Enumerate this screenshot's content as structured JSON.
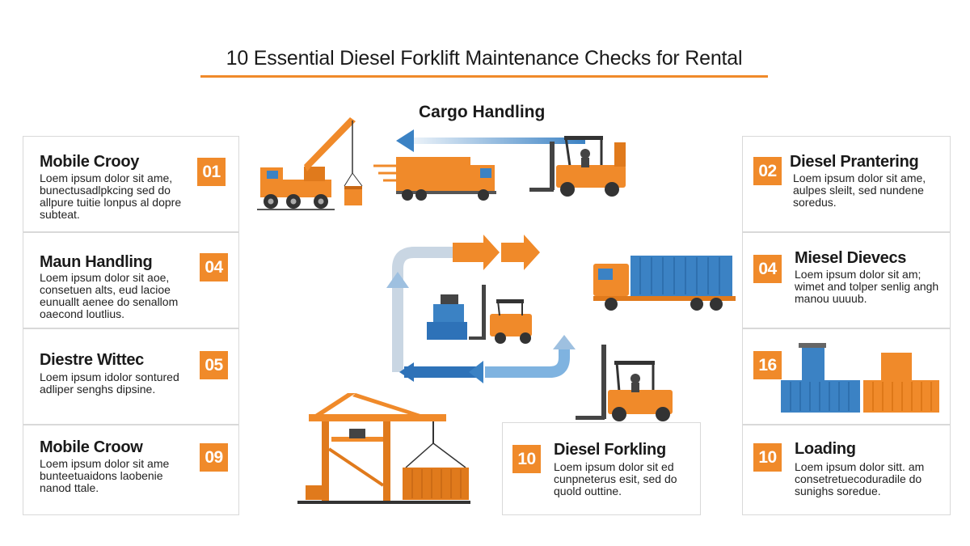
{
  "title": "10 Essential Diesel Forklift Maintenance Checks for Rental",
  "center_label": "Cargo Handling",
  "colors": {
    "accent": "#f08a2a",
    "blue": "#3b82c4",
    "dark": "#2d2d2d"
  },
  "cards": [
    {
      "badge": "01",
      "title": "Mobile Crooy",
      "text": "Loem ipsum dolor sit ame,\nbunectusadlpkcing sed do\nallpure tuitie lonpus al dopre\nsubteat."
    },
    {
      "badge": "04",
      "title": "Maun Handling",
      "text": "Loem ipsum dolor sit aoe,\nconsetuen alts, eud lacioe\neunuallt aenee do senallom\noaecond loutlius."
    },
    {
      "badge": "05",
      "title": "Diestre Wittec",
      "text": "Loem ipsum idolor sontured\nadliper senghs dipsine."
    },
    {
      "badge": "09",
      "title": "Mobile Croow",
      "text": "Loem ipsum dolor sit ame\nbunteetuaidons laobenie\nnanod ttale."
    },
    {
      "badge": "02",
      "title": "Diesel Prantering",
      "text": "Loem ipsum dolor sit ame,\naulpes sleilt, sed nundene\nsoredus."
    },
    {
      "badge": "04",
      "title": "Miesel Dievecs",
      "text": "Loem ipsum dolor sit am;\nwimet and tolper senlig angh\nmanou uuuub."
    },
    {
      "badge": "16",
      "title": "",
      "text": ""
    },
    {
      "badge": "10",
      "title": "Loading",
      "text": "Loem ipsum dolor sitt. am\nconsetretuecoduradile do\nsunighs soredue."
    },
    {
      "badge": "10",
      "title": "Diesel Forkling",
      "text": "Loem ipsum dolor sit ed\ncunpneterus esit, sed do\nquold outtine."
    }
  ],
  "illustrations": [
    "mobile-crane-icon",
    "delivery-truck-icon",
    "forklift-icon",
    "container-truck-icon",
    "gantry-crane-icon",
    "shipping-containers-icon",
    "cycle-arrows-icon"
  ]
}
